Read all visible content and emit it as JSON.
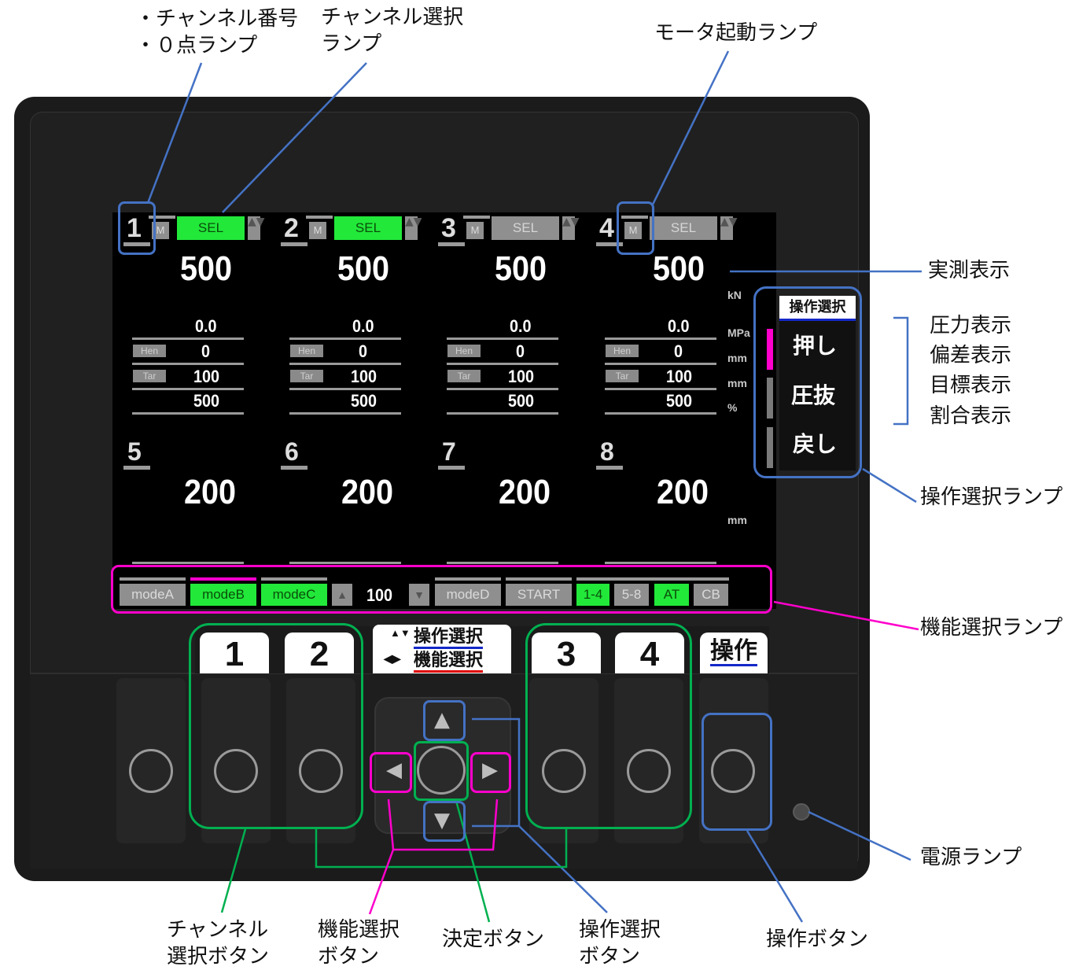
{
  "annotations": {
    "ch_num_zero_1": "・チャンネル番号",
    "ch_num_zero_2": "・０点ランプ",
    "ch_sel_lamp_1": "チャンネル選択",
    "ch_sel_lamp_2": "ランプ",
    "motor_lamp": "モータ起動ランプ",
    "actual": "実測表示",
    "pressure": "圧力表示",
    "deviation": "偏差表示",
    "target": "目標表示",
    "ratio": "割合表示",
    "op_sel_lamp": "操作選択ランプ",
    "fn_sel_lamp": "機能選択ランプ",
    "power_lamp": "電源ランプ",
    "ch_btn_1": "チャンネル",
    "ch_btn_2": "選択ボタン",
    "fn_btn_1": "機能選択",
    "fn_btn_2": "ボタン",
    "enter_btn": "決定ボタン",
    "op_sel_btn_1": "操作選択",
    "op_sel_btn_2": "ボタン",
    "op_btn": "操作ボタン"
  },
  "channels_top": [
    {
      "num": "1",
      "m": "M",
      "sel": "SEL",
      "sel_on": true,
      "actual": "500",
      "pressure": "0.0",
      "hen_tag": "Hen",
      "deviation": "0",
      "tar_tag": "Tar",
      "target": "100",
      "ratio": "500"
    },
    {
      "num": "2",
      "m": "M",
      "sel": "SEL",
      "sel_on": true,
      "actual": "500",
      "pressure": "0.0",
      "hen_tag": "Hen",
      "deviation": "0",
      "tar_tag": "Tar",
      "target": "100",
      "ratio": "500"
    },
    {
      "num": "3",
      "m": "M",
      "sel": "SEL",
      "sel_on": false,
      "actual": "500",
      "pressure": "0.0",
      "hen_tag": "Hen",
      "deviation": "0",
      "tar_tag": "Tar",
      "target": "100",
      "ratio": "500"
    },
    {
      "num": "4",
      "m": "M",
      "sel": "SEL",
      "sel_on": false,
      "actual": "500",
      "pressure": "0.0",
      "hen_tag": "Hen",
      "deviation": "0",
      "tar_tag": "Tar",
      "target": "100",
      "ratio": "500"
    }
  ],
  "channels_bottom": [
    {
      "num": "5",
      "actual": "200"
    },
    {
      "num": "6",
      "actual": "200"
    },
    {
      "num": "7",
      "actual": "200"
    },
    {
      "num": "8",
      "actual": "200"
    }
  ],
  "units": {
    "top": "kN",
    "pressure": "MPa",
    "deviation": "mm",
    "target": "mm",
    "ratio": "%",
    "bottom": "mm"
  },
  "operation_panel": {
    "header": "操作選択",
    "items": [
      "押し",
      "圧抜",
      "戻し"
    ],
    "lamp_colors": [
      "#ff00cc",
      "#7a7a7a",
      "#7a7a7a"
    ]
  },
  "function_bar": {
    "modeA": "modeA",
    "modeB": "modeB",
    "modeC": "modeC",
    "up": "▲",
    "value": "100",
    "down": "▼",
    "modeD": "modeD",
    "start": "START",
    "ch14": "1-4",
    "ch58": "5-8",
    "at": "AT",
    "cb": "CB"
  },
  "key_labels": {
    "k1": "1",
    "k2": "2",
    "nav_up": "操作選択",
    "nav_lr": "機能選択",
    "nav_up_icon": "▲▼",
    "nav_lr_icon": "◀▶",
    "k3": "3",
    "k4": "4",
    "op": "操作"
  },
  "dpad": {
    "up": "▲",
    "down": "▼",
    "left": "◀",
    "right": "▶"
  },
  "colors": {
    "green_lamp": "#22e83a",
    "gray_lamp": "#8f8f8f",
    "pink_lamp": "#ff00cc",
    "blue_annot": "#4472c4",
    "green_annot": "#00b050",
    "pink_annot": "#ff00cc"
  }
}
